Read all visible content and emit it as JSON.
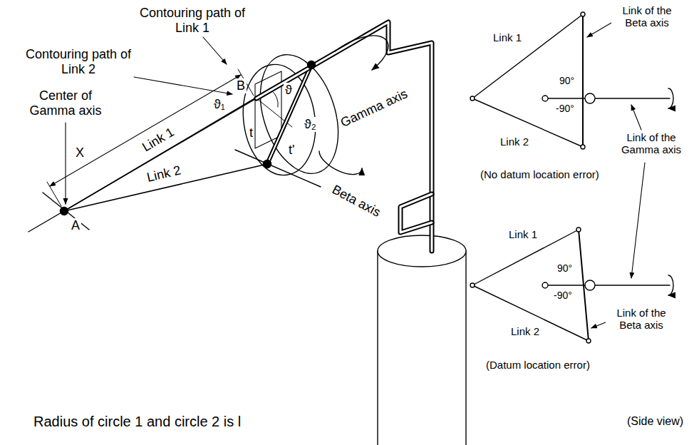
{
  "diagram": {
    "labels": [
      "Contouring path of Link 1",
      "Contouring path of Link 2",
      "Link of the Beta axis",
      "Link 1",
      "90°",
      "-90°",
      "Link 2",
      "ϑ₁",
      "B",
      "ϑ",
      "Gamma axis",
      "X",
      "Link 1",
      "t",
      "ϑ₂",
      "Center of Gamma axis",
      "(No datum location error)",
      "Link of the Gamma axis",
      "t'",
      "Link 2",
      "Beta axis",
      "A",
      "Link 1",
      "90°",
      "-90°",
      "Link 2",
      "Link of the Beta axis",
      "(Datum location error)",
      "Radius of circle 1 and circle 2 is l",
      "(Side view)"
    ]
  }
}
